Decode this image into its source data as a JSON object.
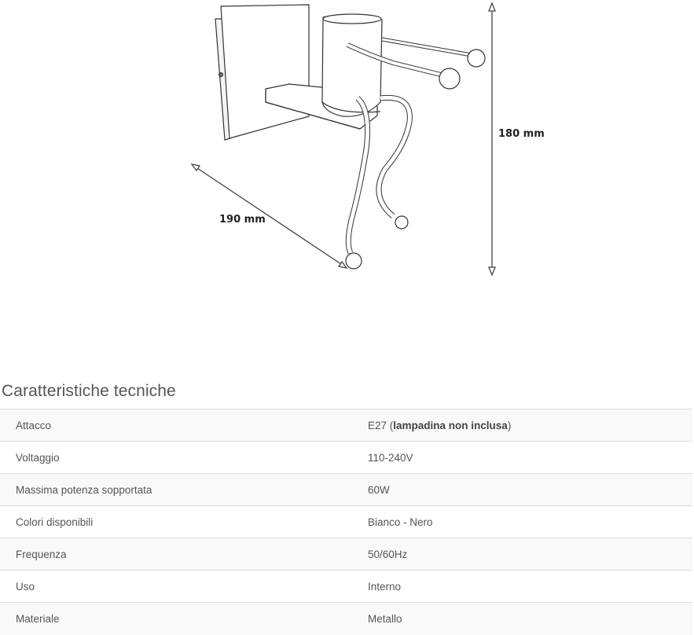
{
  "figure": {
    "description": "Wall lamp line drawing with dimensions",
    "height_label": "180 mm",
    "depth_label": "190 mm"
  },
  "specs": {
    "title": "Caratteristiche tecniche",
    "rows": [
      {
        "key": "Attacco",
        "value_prefix": "E27 (",
        "value_bold": "lampadina non inclusa",
        "value_suffix": ")"
      },
      {
        "key": "Voltaggio",
        "value": "110-240V"
      },
      {
        "key": "Massima potenza sopportata",
        "value": "60W"
      },
      {
        "key": "Colori disponibili",
        "value": "Bianco - Nero"
      },
      {
        "key": "Frequenza",
        "value": "50/60Hz"
      },
      {
        "key": "Uso",
        "value": "Interno"
      },
      {
        "key": "Materiale",
        "value": "Metallo"
      }
    ]
  }
}
